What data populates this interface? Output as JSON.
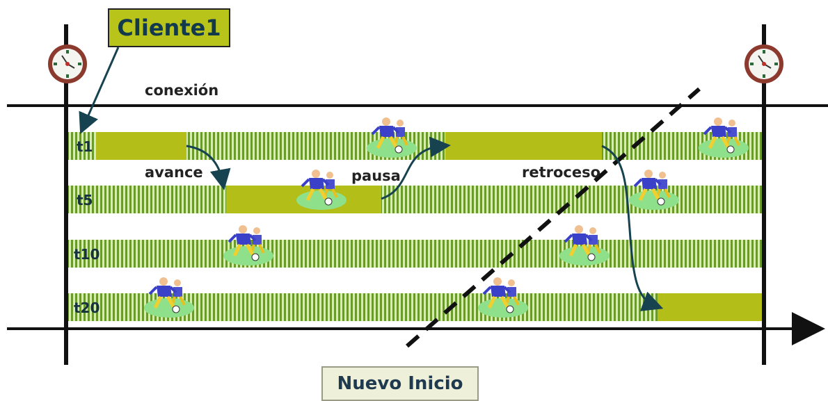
{
  "client_label": "Cliente1",
  "connection_label": "conexión",
  "new_start_label": "Nuevo Inicio",
  "actions": {
    "advance": "avance",
    "pause": "pausa",
    "rewind": "retroceso"
  },
  "rows": [
    {
      "label": "t1"
    },
    {
      "label": "t5"
    },
    {
      "label": "t10"
    },
    {
      "label": "t20"
    }
  ],
  "colors": {
    "stripe_dark": "#6a9a2a",
    "stripe_light": "#d9eab8",
    "highlight": "#b4be18",
    "arrow": "#17424f",
    "clock_rim": "#8c3a2e",
    "player_shirt": "#4a4fd0",
    "field": "#8fe08a"
  },
  "icons": [
    "clock-icon",
    "soccer-player-icon"
  ]
}
